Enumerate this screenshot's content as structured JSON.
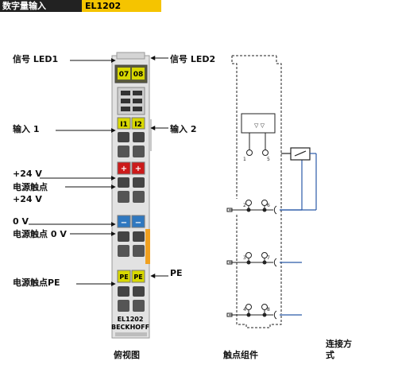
{
  "header": {
    "category": "数字量输入",
    "model": "EL1202"
  },
  "labels": {
    "signal_led1": "信号 LED1",
    "signal_led2": "信号 LED2",
    "input1": "输入 1",
    "input2": "输入 2",
    "plus24_a": "+24 V",
    "power_contact_24": "电源触点",
    "plus24_b": "+24 V",
    "zero_v": "0 V",
    "power_contact_0v": "电源触点 0 V",
    "pe": "PE",
    "power_contact_pe": "电源触点PE"
  },
  "terminal": {
    "led_labels": [
      "07",
      "08"
    ],
    "input_labels": [
      "I1",
      "I2"
    ],
    "plus_labels": [
      "+",
      "+"
    ],
    "minus_labels": [
      "−",
      "−"
    ],
    "pe_labels": [
      "PE",
      "PE"
    ],
    "model_text": "EL1202",
    "brand_text": "BECKHOFF"
  },
  "contacts": {
    "pin_numbers": [
      "1",
      "5",
      "2",
      "6",
      "3",
      "7",
      "4",
      "8"
    ]
  },
  "captions": {
    "top_view": "俯视图",
    "contact_assembly": "触点组件",
    "connection_method": "连接方式"
  },
  "colors": {
    "header_dark": "#222222",
    "header_yellow": "#f5c400",
    "label_yellow": "#d8d800",
    "plus_red": "#cc1a1a",
    "minus_blue": "#2f78c0",
    "side_orange": "#f0a020"
  }
}
